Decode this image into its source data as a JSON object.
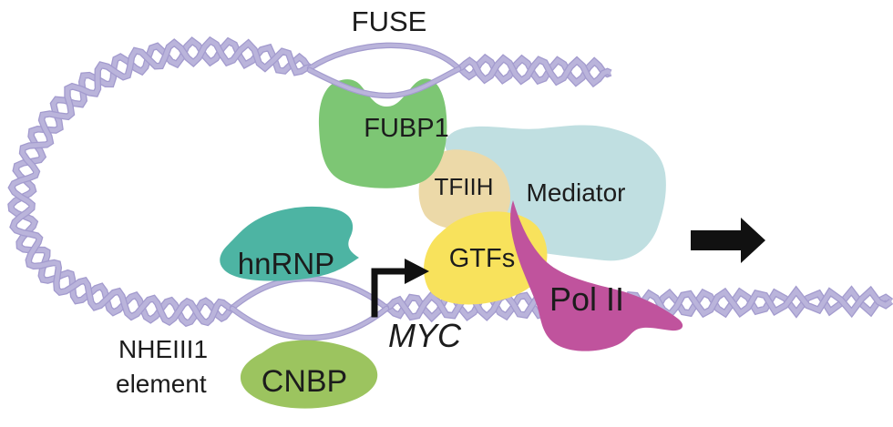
{
  "figure": {
    "kind": "gene-transcription-diagram",
    "gene_label": "MYC"
  },
  "labels": {
    "fuse": "FUSE",
    "fubp1": "FUBP1",
    "tfiih": "TFIIH",
    "mediator": "Mediator",
    "gtfs": "GTFs",
    "pol_ii": "Pol II",
    "hnrnp": "hnRNP",
    "cnbp": "CNBP",
    "myc": "MYC",
    "nheiii1_line1": "NHEIII1",
    "nheiii1_line2": "element"
  },
  "icons": {
    "promoter_arrow": "bent-right-arrow",
    "transcription_arrow": "solid-right-block-arrow"
  },
  "colors": {
    "background": "#ffffff",
    "dna_fill": "#bab4db",
    "dna_edge": "#a39bce",
    "fubp1": "#7dc674",
    "cnbp": "#9cc45f",
    "hnrnp": "#4db4a3",
    "tfiih": "#ecd9a8",
    "mediator": "#c0dfe1",
    "gtfs": "#f8e25c",
    "pol_ii": "#c0539d",
    "text": "#1c1c1c",
    "arrow": "#111111"
  }
}
